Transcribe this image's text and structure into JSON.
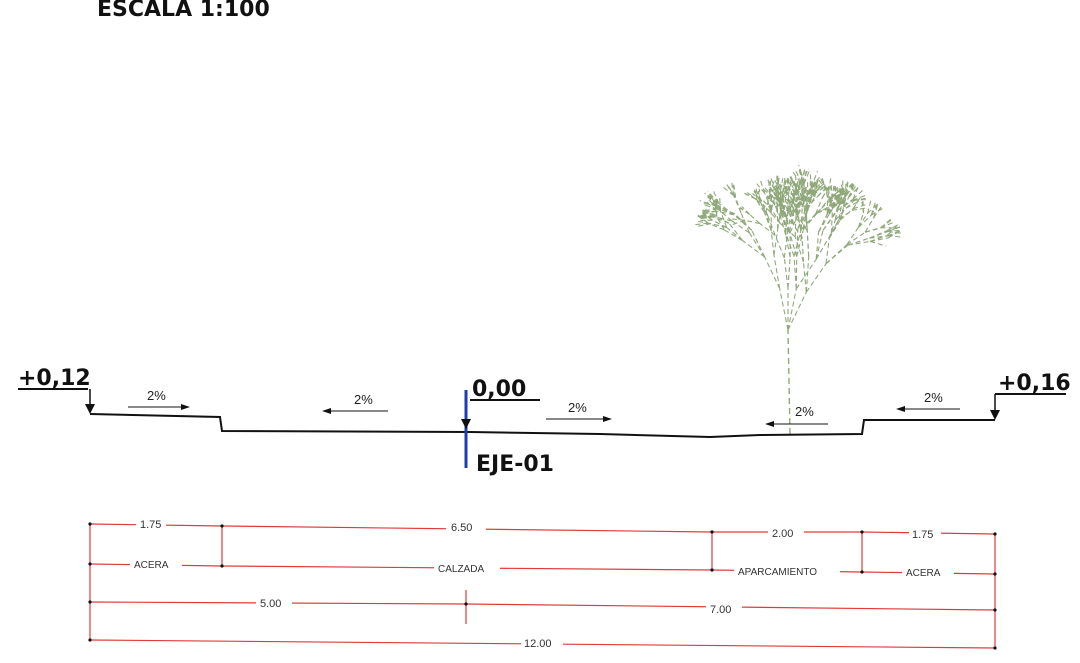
{
  "title": "ESCALA 1:100",
  "levels": {
    "left": "+0,12",
    "center": "0,00",
    "right": "+0,16"
  },
  "axis_label": "EJE-01",
  "slopes": [
    "2%",
    "2%",
    "2%",
    "2%",
    "2%"
  ],
  "dimensions": {
    "row1": [
      "1.75",
      "6.50",
      "2.00",
      "1.75"
    ],
    "row2": [
      "ACERA",
      "CALZADA",
      "APARCAMIENTO",
      "ACERA"
    ],
    "row3": [
      "5.00",
      "7.00"
    ],
    "row4": [
      "12.00"
    ]
  },
  "colors": {
    "section_line": "#111111",
    "dimension_lines": "#e03a3a",
    "axis_marker": "#1b3fae",
    "tree": "#8fa87a"
  }
}
